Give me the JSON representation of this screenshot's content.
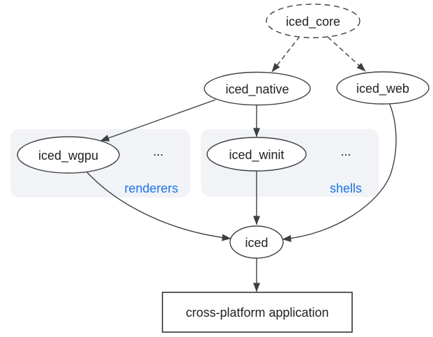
{
  "diagram": {
    "colors": {
      "background": "#ffffff",
      "stroke": "#3c4043",
      "text": "#202124",
      "accent": "#1a73e8",
      "group_fill": "#f1f3f7"
    },
    "nodes": {
      "iced_core": "iced_core",
      "iced_native": "iced_native",
      "iced_web": "iced_web",
      "iced_wgpu": "iced_wgpu",
      "iced_winit": "iced_winit",
      "iced": "iced",
      "application": "cross-platform application"
    },
    "groups": {
      "renderers": {
        "label": "renderers",
        "more": "..."
      },
      "shells": {
        "label": "shells",
        "more": "..."
      }
    }
  }
}
